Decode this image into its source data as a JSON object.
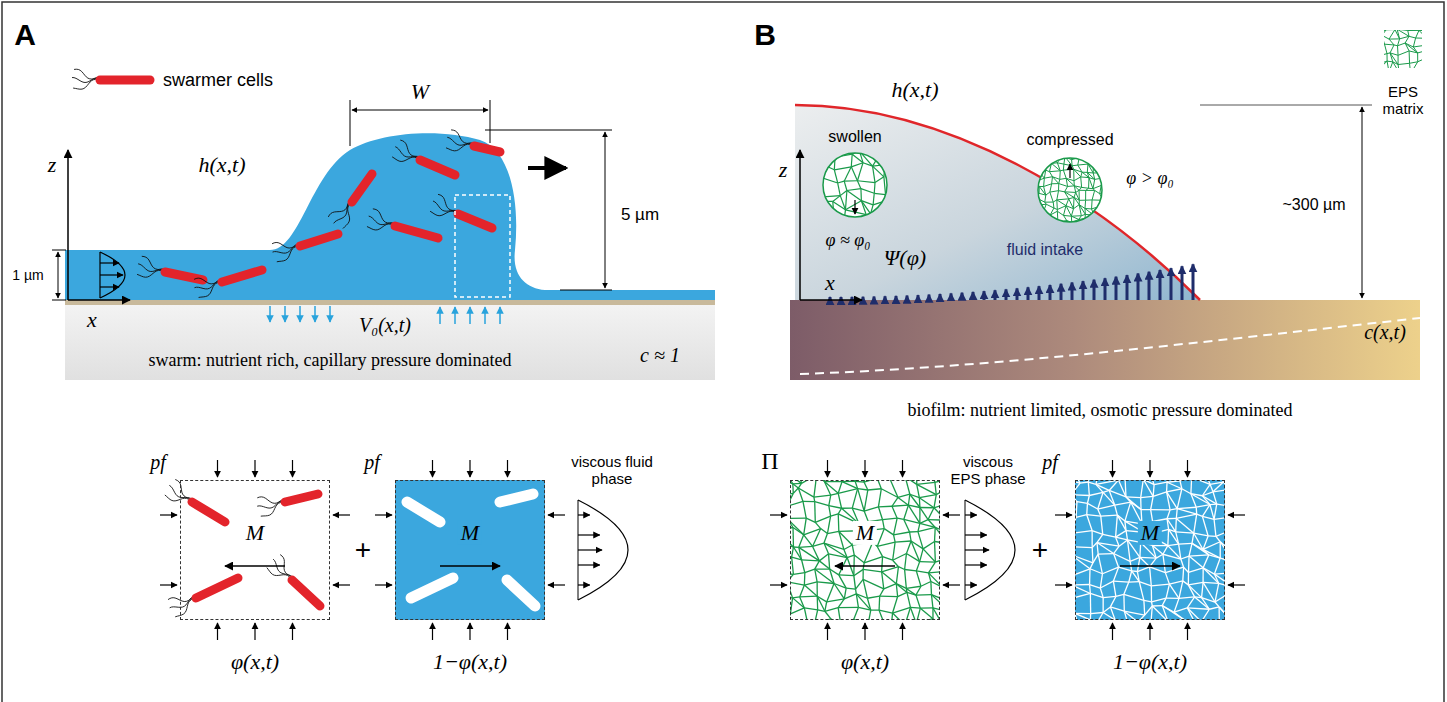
{
  "diagram": {
    "nodes": [
      {
        "text": [
          "M"
        ]
      },
      {
        "text": [
          "M"
        ]
      },
      {
        "text": [
          "M"
        ]
      },
      {
        "text": [
          "M"
        ]
      }
    ],
    "labels": [
      "A",
      "swarmer cells",
      "W",
      "z",
      "h(x,t)",
      "5 µm",
      "1 µm",
      "x",
      "V₀(x,t)",
      "c ≈ 1",
      "swarm: nutrient rich, capillary pressure dominated",
      "B",
      "h(x,t)",
      "z",
      "swollen",
      "φ ≈ φ₀",
      "compressed",
      "φ > φ₀",
      "~300 µm",
      "EPS matrix",
      "x",
      "Ψ(φ)",
      "fluid intake",
      "c(x,t)",
      "biofilm: nutrient limited, osmotic pressure dominated",
      "pf",
      "+",
      "pf",
      "viscous fluid phase",
      "φ(x,t)",
      "1−φ(x,t)",
      "Π",
      "viscous EPS phase",
      "+",
      "pf",
      "φ(x,t)",
      "1−φ(x,t)"
    ]
  }
}
